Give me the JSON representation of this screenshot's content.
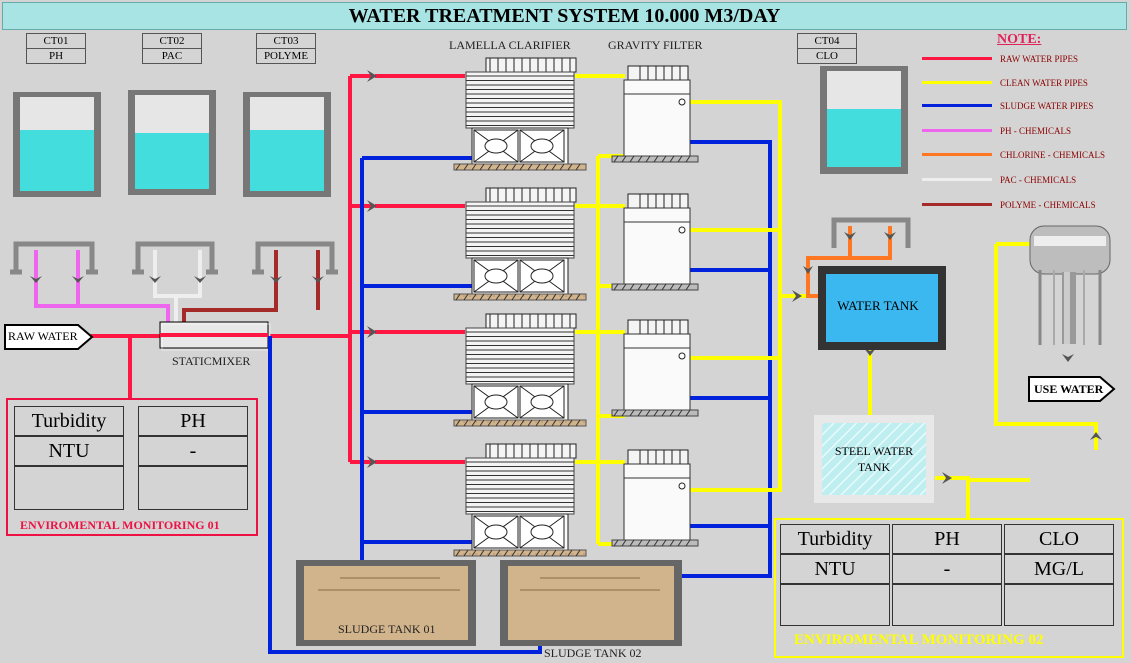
{
  "title": "WATER TREATMENT SYSTEM 10.000 M3/DAY",
  "chemical_tanks": [
    {
      "code": "CT01",
      "name": "PH"
    },
    {
      "code": "CT02",
      "name": "PAC"
    },
    {
      "code": "CT03",
      "name": "POLYME"
    },
    {
      "code": "CT04",
      "name": "CLO"
    }
  ],
  "labels": {
    "lamella": "LAMELLA CLARIFIER",
    "gravity": "GRAVITY FILTER",
    "raw_water": "RAW WATER",
    "static_mixer": "STATICMIXER",
    "water_tank": "WATER TANK",
    "steel_line1": "STEEL WATER",
    "steel_line2": "TANK",
    "use_water": "USE WATER",
    "sludge1": "SLUDGE TANK 01",
    "sludge2": "SLUDGE TANK 02"
  },
  "note": {
    "title": "NOTE:",
    "items": [
      {
        "label": "RAW WATER PIPES",
        "color": "#ff1744"
      },
      {
        "label": "CLEAN WATER PIPES",
        "color": "#ffff00"
      },
      {
        "label": "SLUDGE WATER PIPES",
        "color": "#0022dd"
      },
      {
        "label": "PH - CHEMICALS",
        "color": "#ee66ee"
      },
      {
        "label": "CHLORINE - CHEMICALS",
        "color": "#ff7722"
      },
      {
        "label": "PAC - CHEMICALS",
        "color": "#eeeeee"
      },
      {
        "label": "POLYME - CHEMICALS",
        "color": "#a52a2a"
      }
    ]
  },
  "monitor1": {
    "title": "ENVIROMENTAL MONITORING 01",
    "headers": [
      "Turbidity",
      "PH"
    ],
    "units": [
      "NTU",
      "-"
    ],
    "values": [
      "",
      ""
    ]
  },
  "monitor2": {
    "title": "ENVIROMENTAL MONITORING 02",
    "headers": [
      "Turbidity",
      "PH",
      "CLO"
    ],
    "units": [
      "NTU",
      "-",
      "MG/L"
    ],
    "values": [
      "",
      "",
      ""
    ]
  },
  "colors": {
    "raw": "#ff1744",
    "clean": "#ffff00",
    "sludge": "#0022dd",
    "ph": "#ee66ee",
    "pac": "#eeeeee",
    "polyme": "#a52a2a",
    "chlorine": "#ff7722",
    "liquid": "#44dddd",
    "tank_water": "#3cb8f0",
    "sludge_fill": "#d2b48c"
  },
  "tank_levels": {
    "ct01": 0.65,
    "ct02": 0.6,
    "ct03": 0.65,
    "ct04": 0.6
  }
}
